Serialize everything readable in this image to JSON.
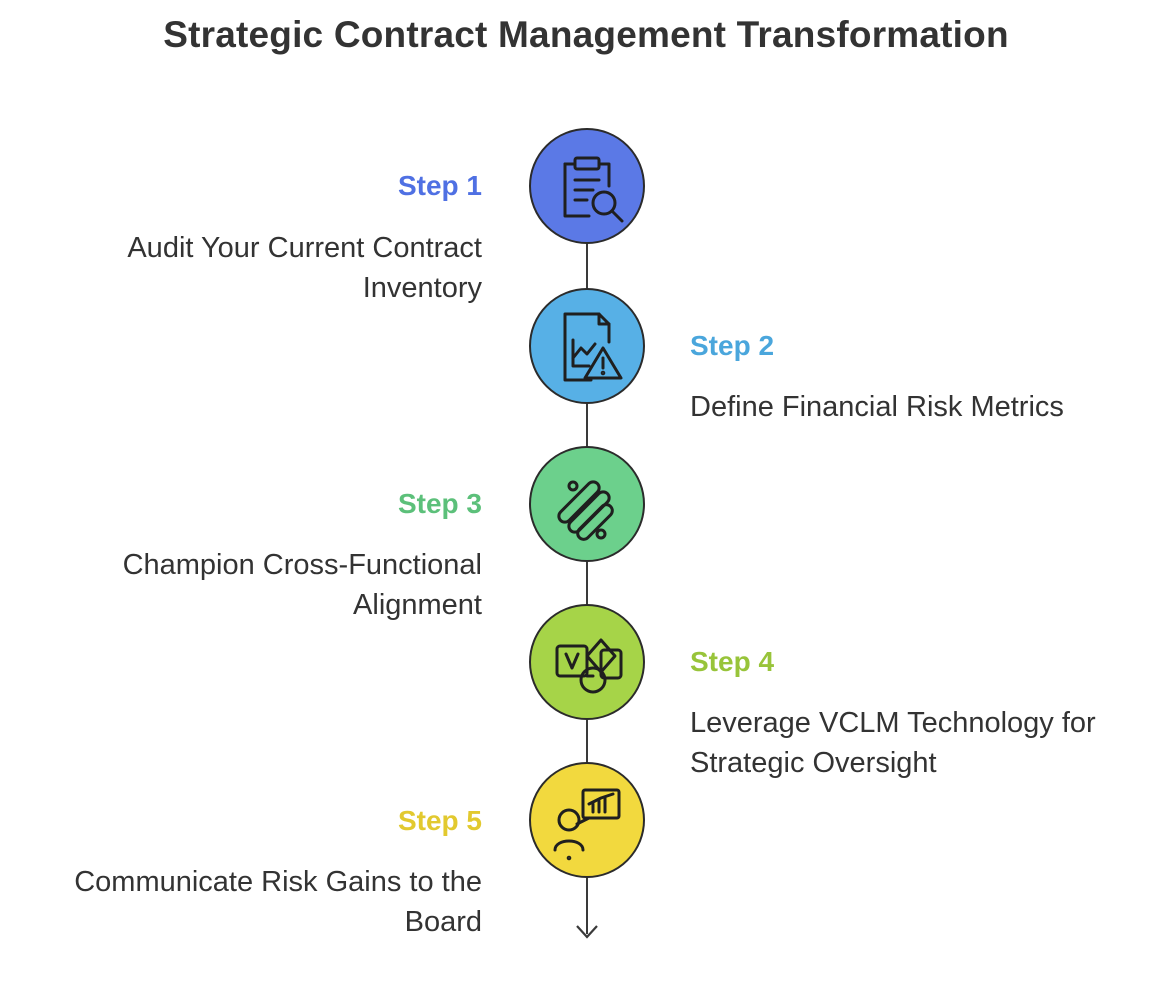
{
  "title": "Strategic Contract Management Transformation",
  "steps": [
    {
      "label": "Step 1",
      "text_lines": [
        "Audit Your Current Contract",
        "Inventory"
      ],
      "color": "#4f70e3",
      "circle_color": "#5b79e6",
      "icon": "clipboard-search-icon"
    },
    {
      "label": "Step 2",
      "text_lines": [
        "Define Financial Risk Metrics"
      ],
      "color": "#4aa6dc",
      "circle_color": "#57b0e6",
      "icon": "chart-warning-icon"
    },
    {
      "label": "Step 3",
      "text_lines": [
        "Champion Cross-Functional",
        "Alignment"
      ],
      "color": "#5cc07a",
      "circle_color": "#6cd08c",
      "icon": "alignment-bars-icon"
    },
    {
      "label": "Step 4",
      "text_lines": [
        "Leverage VCLM Technology for",
        "Strategic Oversight"
      ],
      "color": "#98c43a",
      "circle_color": "#a6d448",
      "icon": "vclm-shapes-icon"
    },
    {
      "label": "Step 5",
      "text_lines": [
        "Communicate Risk Gains to the",
        "Board"
      ],
      "color": "#e2c92f",
      "circle_color": "#f2d93e",
      "icon": "presenter-chart-icon"
    }
  ]
}
